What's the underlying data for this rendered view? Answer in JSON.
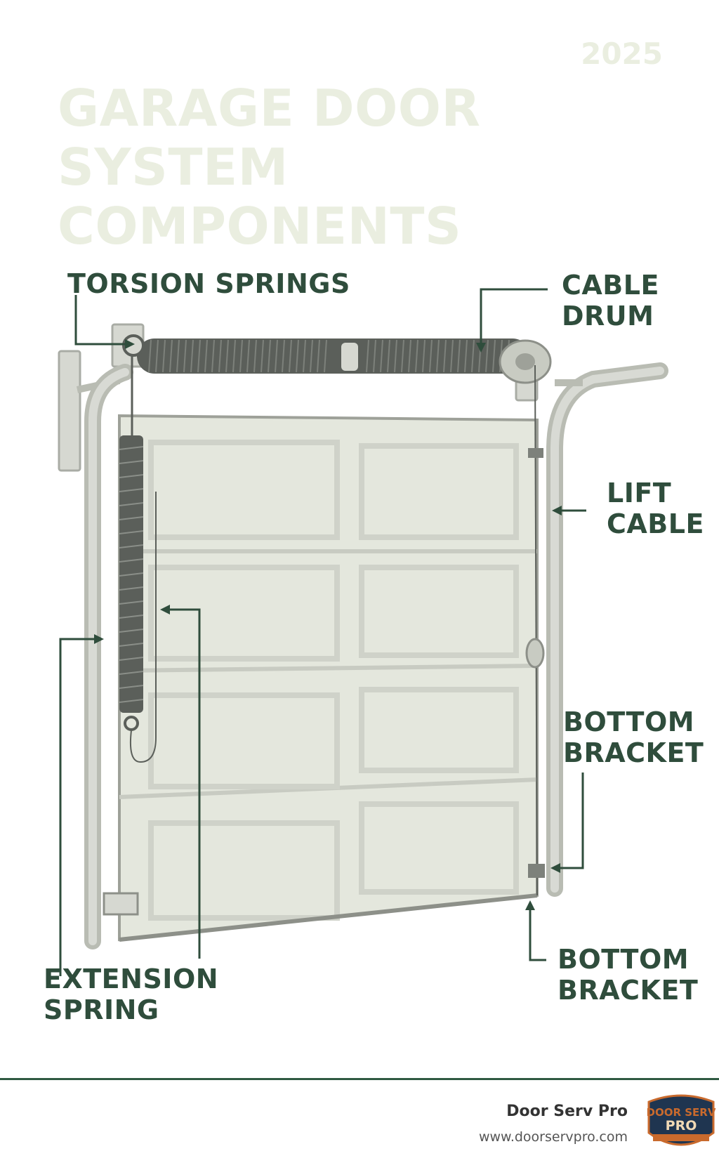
{
  "header": {
    "year": "2025",
    "title_line1": "GARAGE DOOR",
    "title_line2": "SYSTEM COMPONENTS"
  },
  "labels": {
    "torsion_springs": [
      "TORSION SPRINGS"
    ],
    "cable_drum": [
      "CABLE",
      "DRUM"
    ],
    "lift_cable": [
      "LIFT",
      "CABLE"
    ],
    "bottom_bracket_upper": [
      "BOTTOM",
      "BRACKET"
    ],
    "bottom_bracket_lower": [
      "BOTTOM",
      "BRACKET"
    ],
    "extension_spring": [
      "EXTENSION",
      "SPRING"
    ]
  },
  "footer": {
    "brand_name": "Door Serv Pro",
    "url": "www.doorservpro.com",
    "logo_text_top": "DOOR SERV",
    "logo_text_bottom": "PRO"
  },
  "colors": {
    "label_green": "#2f4d3c",
    "title_faint": "#eaeee0",
    "door_panel": "#e4e7dd",
    "track_gray": "#b9bcb3",
    "spring_dark": "#5b5f5a",
    "footer_rule": "#2f5a42",
    "logo_navy": "#1f3550",
    "logo_orange": "#c96a2d"
  }
}
